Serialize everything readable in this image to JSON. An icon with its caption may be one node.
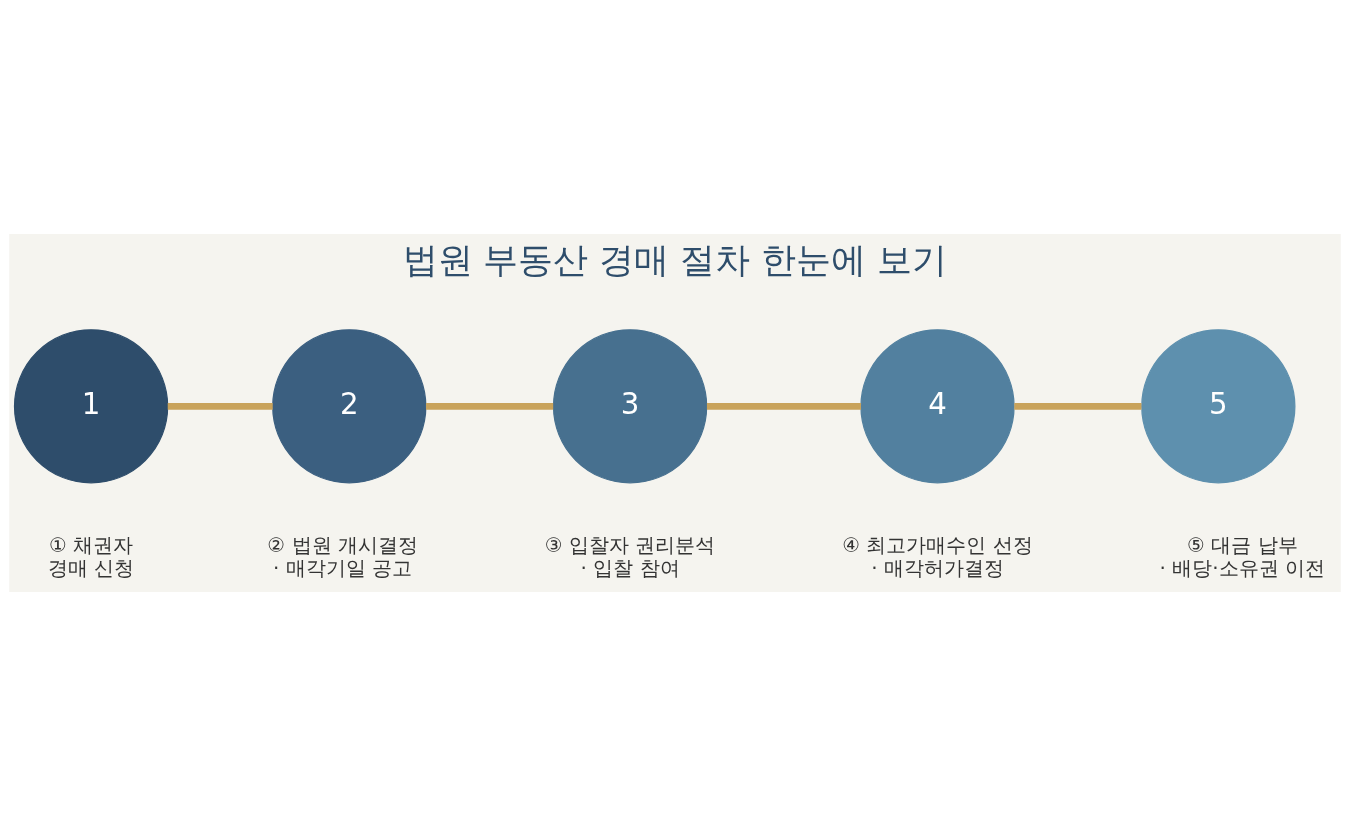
{
  "diagram": {
    "title": "법원 부동산 경매 절차 한눈에 보기",
    "nodes": [
      {
        "text": [
          "1"
        ],
        "beside": [
          "① 채권자 경매 신청"
        ]
      },
      {
        "text": [
          "2"
        ],
        "beside": [
          "② 법원 개시결정 · 매각기일 공고"
        ]
      },
      {
        "text": [
          "3"
        ],
        "beside": [
          "③ 입찰자 권리분석 · 입찰 참여"
        ]
      },
      {
        "text": [
          "4"
        ],
        "beside": [
          "④ 최고가매수인 선정 · 매각허가결정"
        ]
      },
      {
        "text": [
          "5"
        ],
        "beside": [
          "⑤ 대금 납부 · 배당·소유권 이전"
        ]
      }
    ],
    "edges": [
      {
        "from": 0,
        "to": 1,
        "arrow": "none"
      },
      {
        "from": 1,
        "to": 2,
        "arrow": "none"
      },
      {
        "from": 2,
        "to": 3,
        "arrow": "none"
      },
      {
        "from": 3,
        "to": 4,
        "arrow": "none"
      }
    ]
  }
}
